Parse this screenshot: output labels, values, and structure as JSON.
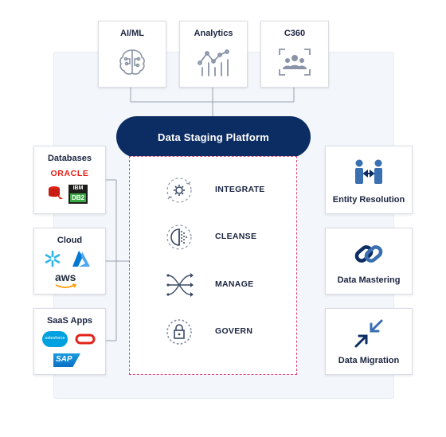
{
  "top_sources": [
    {
      "label": "AI/ML",
      "icon": "brain-icon"
    },
    {
      "label": "Analytics",
      "icon": "analytics-chart-icon"
    },
    {
      "label": "C360",
      "icon": "customer-360-icon"
    }
  ],
  "platform": {
    "title": "Data Staging Platform"
  },
  "stages": [
    {
      "label": "INTEGRATE",
      "icon": "integrate-gear-icon"
    },
    {
      "label": "CLEANSE",
      "icon": "cleanse-icon"
    },
    {
      "label": "MANAGE",
      "icon": "manage-arrows-icon"
    },
    {
      "label": "GOVERN",
      "icon": "govern-lock-icon"
    }
  ],
  "left_sources": [
    {
      "title": "Databases",
      "logos": [
        "ORACLE",
        "IBM",
        "DB2"
      ]
    },
    {
      "title": "Cloud",
      "logos": [
        "aws"
      ]
    },
    {
      "title": "SaaS Apps",
      "logos": [
        "salesforce",
        "SAP"
      ]
    }
  ],
  "right_outputs": [
    {
      "label": "Entity Resolution",
      "icon": "entity-resolution-icon"
    },
    {
      "label": "Data Mastering",
      "icon": "chain-link-icon"
    },
    {
      "label": "Data Migration",
      "icon": "migration-arrows-icon"
    }
  ],
  "colors": {
    "navy": "#0c2d63",
    "accent_blue": "#3a6fb0",
    "dashed_border": "#e0457a",
    "icon_gray": "#8a94a6"
  }
}
